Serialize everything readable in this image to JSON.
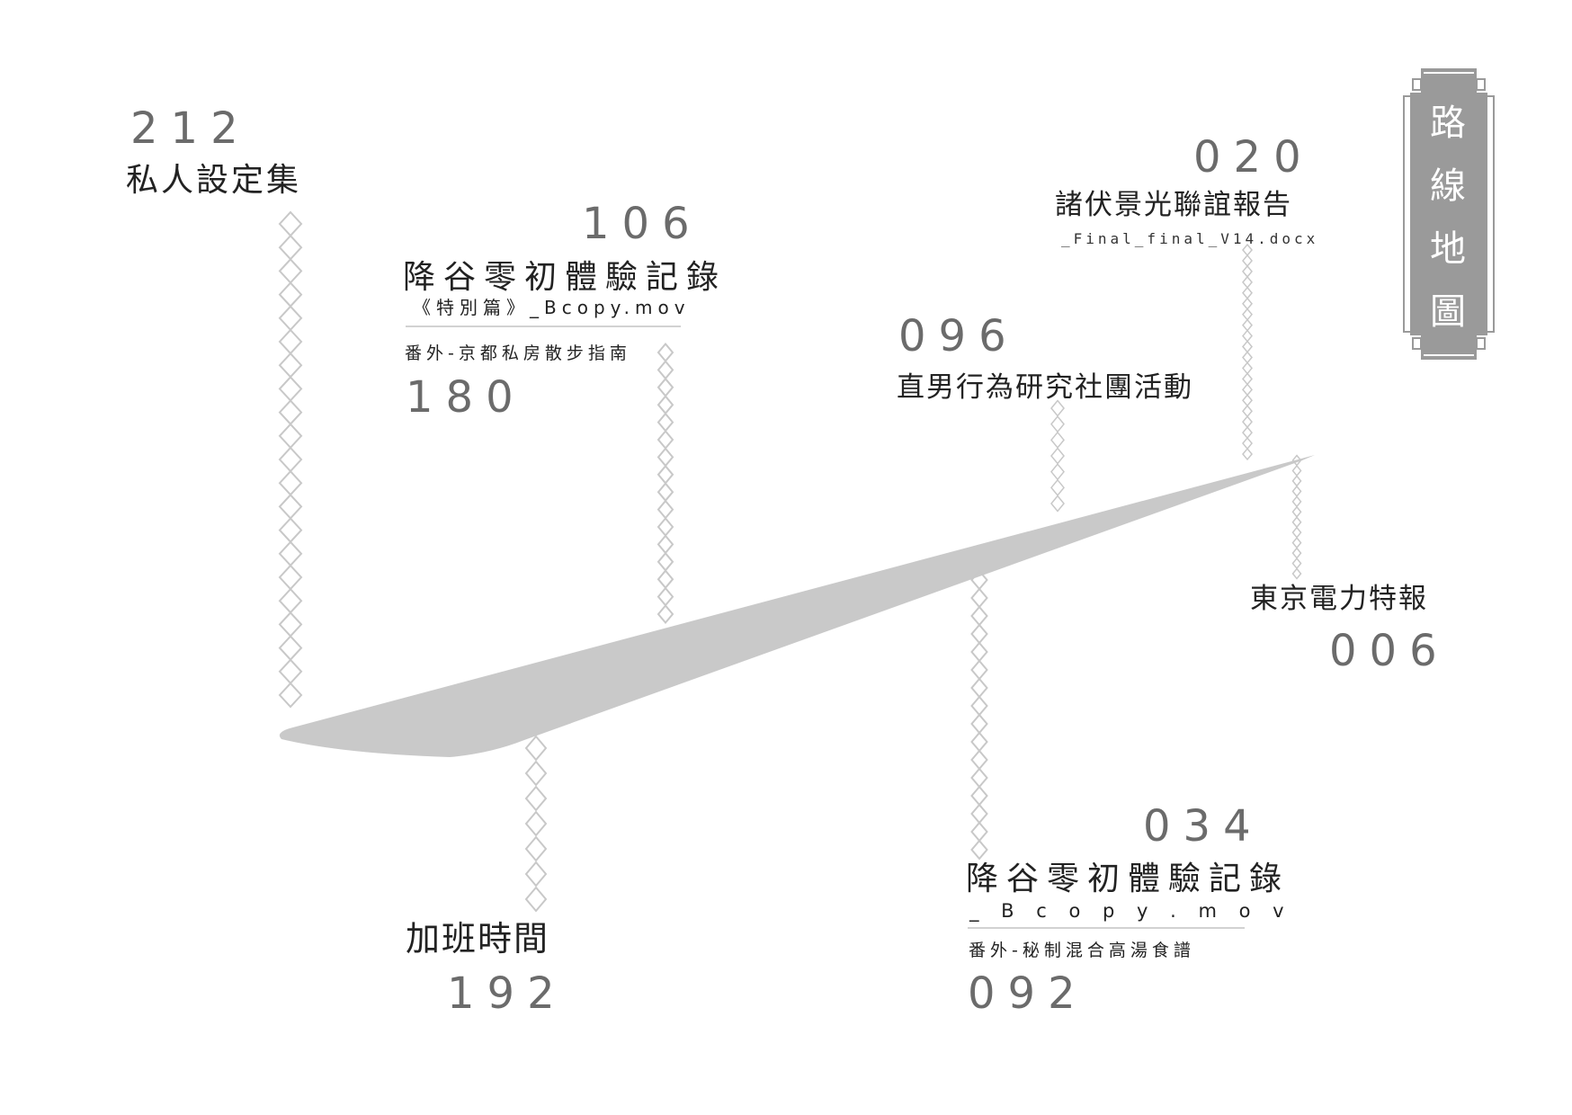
{
  "badge": {
    "chars": [
      "路",
      "線",
      "地",
      "圖"
    ]
  },
  "nodes": {
    "n212": {
      "number": "212",
      "title": "私人設定集"
    },
    "n106": {
      "number": "106",
      "title": "降谷零初體驗記錄",
      "subtitle": "《特別篇》_Bcopy.mov"
    },
    "n180": {
      "number": "180",
      "extra": "番外-京都私房散步指南"
    },
    "n096": {
      "number": "096",
      "title": "直男行為研究社團活動"
    },
    "n020": {
      "number": "020",
      "title": "諸伏景光聯誼報告",
      "file": "_Final_final_V14.docx"
    },
    "n006": {
      "number": "006",
      "title": "東京電力特報"
    },
    "n192": {
      "number": "192",
      "title": "加班時間"
    },
    "n034": {
      "number": "034",
      "title": "降谷零初體驗記錄",
      "subtitle": "_ B c o p y . m o v"
    },
    "n092": {
      "number": "092",
      "extra": "番外-秘制混合高湯食譜"
    }
  },
  "colors": {
    "road": "#c9c9c9",
    "diamond": "#c8c8c8",
    "badge": "#9a9a9a",
    "number": "#6b6b6b"
  }
}
